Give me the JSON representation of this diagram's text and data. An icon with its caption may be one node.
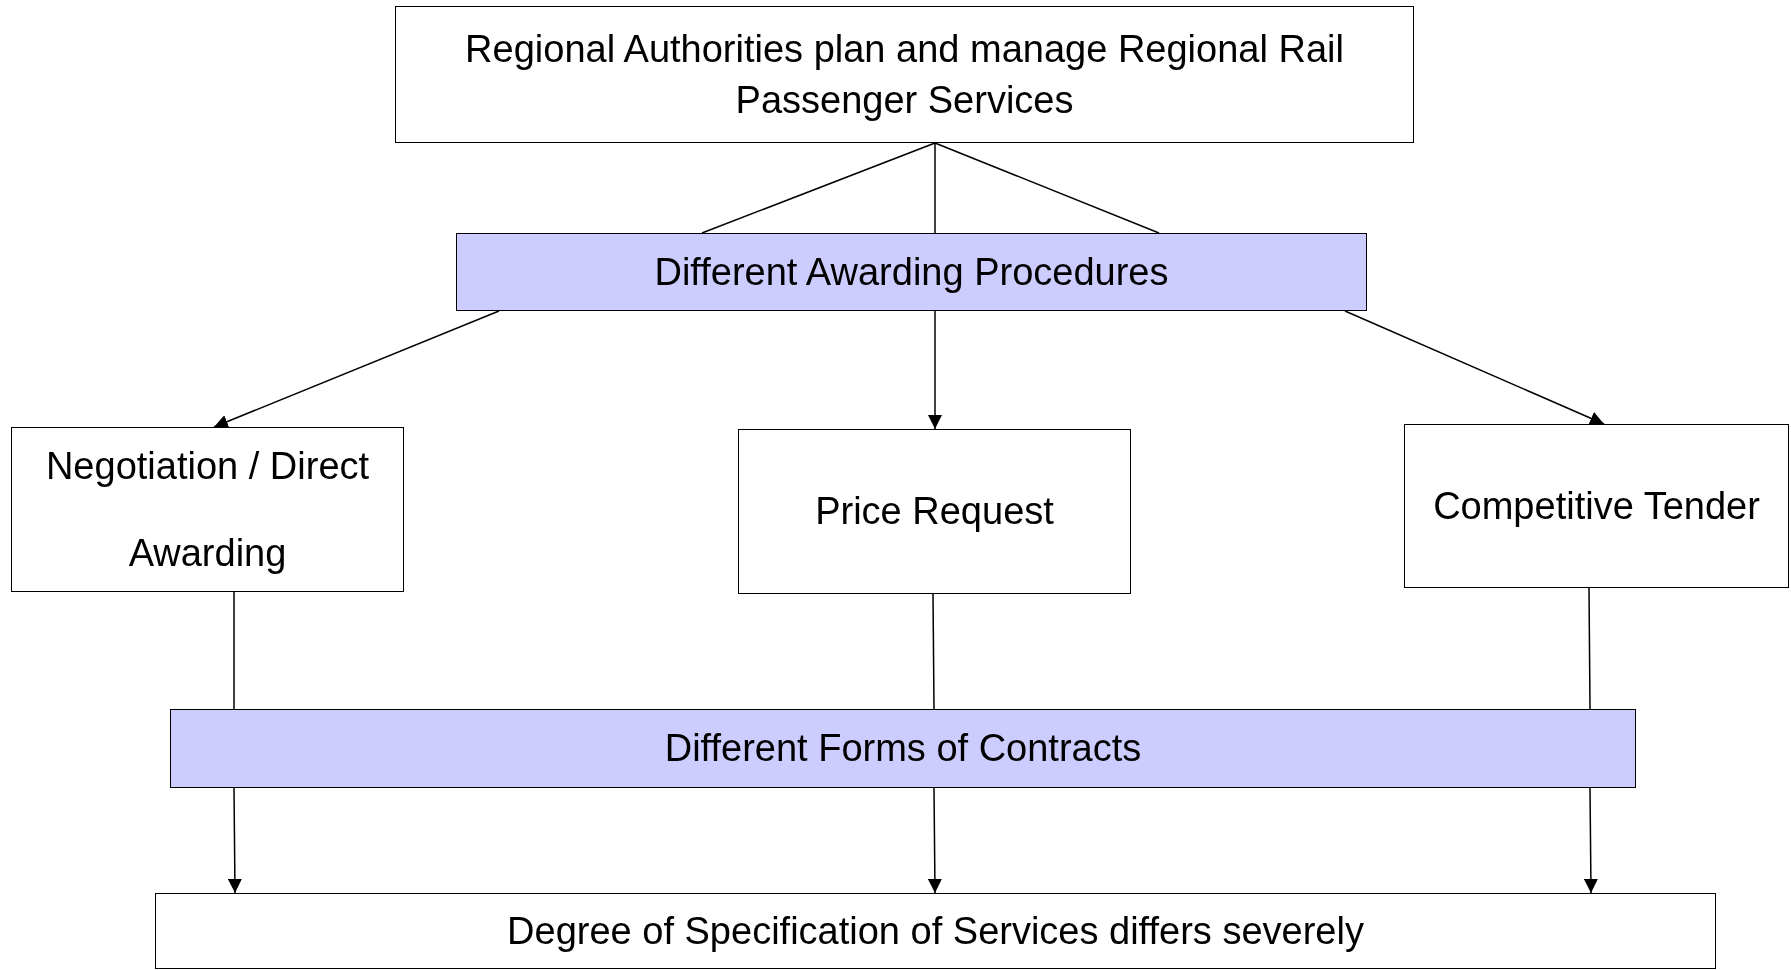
{
  "diagram": {
    "nodes": [
      {
        "text": [
          "Regional Authorities plan and manage Regional Rail Passenger Services"
        ]
      },
      {
        "text": [
          "Different Awarding Procedures"
        ]
      },
      {
        "text": [
          "Negotiation / Direct Awarding"
        ]
      },
      {
        "text": [
          "Price Request"
        ]
      },
      {
        "text": [
          "Competitive Tender"
        ]
      },
      {
        "text": [
          "Different Forms of Contracts"
        ]
      },
      {
        "text": [
          "Degree of Specification of Services differs severely"
        ]
      }
    ],
    "edges": [
      {
        "from": 0,
        "to": 1,
        "arrow": "none"
      },
      {
        "from": 0,
        "to": 1,
        "arrow": "none"
      },
      {
        "from": 0,
        "to": 1,
        "arrow": "none"
      },
      {
        "from": 1,
        "to": 2,
        "arrow": "to"
      },
      {
        "from": 1,
        "to": 3,
        "arrow": "to"
      },
      {
        "from": 1,
        "to": 4,
        "arrow": "to"
      },
      {
        "from": 2,
        "to": 5,
        "arrow": "none"
      },
      {
        "from": 3,
        "to": 5,
        "arrow": "none"
      },
      {
        "from": 4,
        "to": 5,
        "arrow": "none"
      },
      {
        "from": 5,
        "to": 6,
        "arrow": "to"
      },
      {
        "from": 5,
        "to": 6,
        "arrow": "to"
      },
      {
        "from": 5,
        "to": 6,
        "arrow": "to"
      }
    ]
  }
}
